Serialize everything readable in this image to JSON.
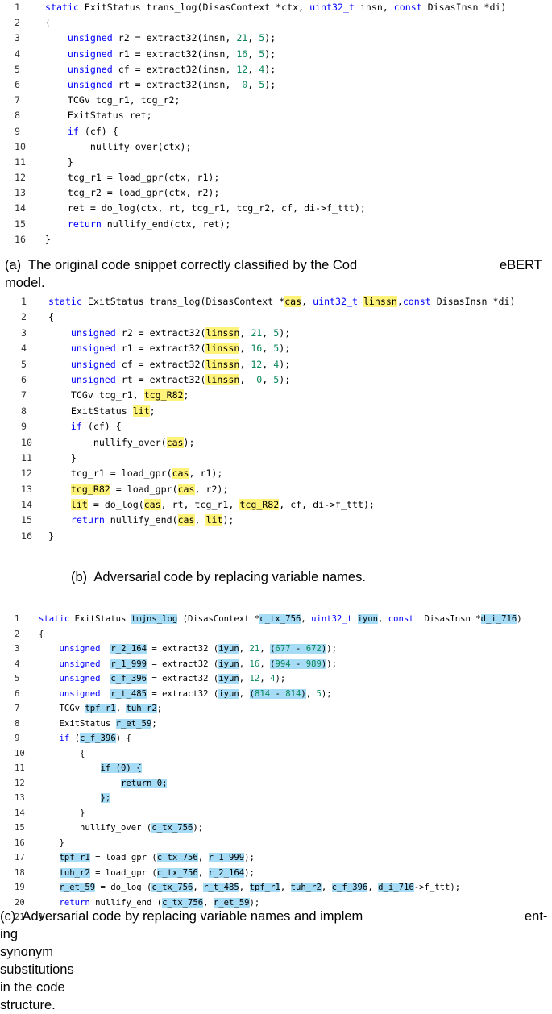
{
  "figure_a": {
    "lines": [
      [
        [
          "kw",
          "static "
        ],
        [
          "t",
          "ExitStatus trans_log(DisasContext *ctx, "
        ],
        [
          "kw",
          "uint32_t"
        ],
        [
          "t",
          " insn, "
        ],
        [
          "kw",
          "const"
        ],
        [
          "t",
          " DisasInsn *di)"
        ]
      ],
      [
        [
          "t",
          "{"
        ]
      ],
      [
        [
          "t",
          "    "
        ],
        [
          "kw",
          "unsigned"
        ],
        [
          "t",
          " r2 = extract32(insn, "
        ],
        [
          "num",
          "21"
        ],
        [
          "t",
          ", "
        ],
        [
          "num",
          "5"
        ],
        [
          "t",
          ");"
        ]
      ],
      [
        [
          "t",
          "    "
        ],
        [
          "kw",
          "unsigned"
        ],
        [
          "t",
          " r1 = extract32(insn, "
        ],
        [
          "num",
          "16"
        ],
        [
          "t",
          ", "
        ],
        [
          "num",
          "5"
        ],
        [
          "t",
          ");"
        ]
      ],
      [
        [
          "t",
          "    "
        ],
        [
          "kw",
          "unsigned"
        ],
        [
          "t",
          " cf = extract32(insn, "
        ],
        [
          "num",
          "12"
        ],
        [
          "t",
          ", "
        ],
        [
          "num",
          "4"
        ],
        [
          "t",
          ");"
        ]
      ],
      [
        [
          "t",
          "    "
        ],
        [
          "kw",
          "unsigned"
        ],
        [
          "t",
          " rt = extract32(insn,  "
        ],
        [
          "num",
          "0"
        ],
        [
          "t",
          ", "
        ],
        [
          "num",
          "5"
        ],
        [
          "t",
          ");"
        ]
      ],
      [
        [
          "t",
          "    TCGv tcg_r1, tcg_r2;"
        ]
      ],
      [
        [
          "t",
          "    ExitStatus ret;"
        ]
      ],
      [
        [
          "t",
          "    "
        ],
        [
          "kw",
          "if"
        ],
        [
          "t",
          " (cf) {"
        ]
      ],
      [
        [
          "t",
          "        nullify_over(ctx);"
        ]
      ],
      [
        [
          "t",
          "    }"
        ]
      ],
      [
        [
          "t",
          "    tcg_r1 = load_gpr(ctx, r1);"
        ]
      ],
      [
        [
          "t",
          "    tcg_r2 = load_gpr(ctx, r2);"
        ]
      ],
      [
        [
          "t",
          "    ret = do_log(ctx, rt, tcg_r1, tcg_r2, cf, di->f_ttt);"
        ]
      ],
      [
        [
          "t",
          "    "
        ],
        [
          "kw",
          "return"
        ],
        [
          "t",
          " nullify_end(ctx, ret);"
        ]
      ],
      [
        [
          "t",
          "}"
        ]
      ]
    ],
    "caption_line1": "(a)  The original code snippet correctly classified by the Cod",
    "caption_line1_tail": "eBERT",
    "caption_line2": "model."
  },
  "figure_b": {
    "lines": [
      [
        [
          "kw",
          "static "
        ],
        [
          "t",
          "ExitStatus trans_log(DisasContext *"
        ],
        [
          "y",
          "cas"
        ],
        [
          "t",
          ", "
        ],
        [
          "kw",
          "uint32_t"
        ],
        [
          "t",
          " "
        ],
        [
          "y",
          "linssn"
        ],
        [
          "t",
          ","
        ],
        [
          "kw",
          "const"
        ],
        [
          "t",
          " DisasInsn *di)"
        ]
      ],
      [
        [
          "t",
          "{"
        ]
      ],
      [
        [
          "t",
          "    "
        ],
        [
          "kw",
          "unsigned"
        ],
        [
          "t",
          " r2 = extract32("
        ],
        [
          "y",
          "linssn"
        ],
        [
          "t",
          ", "
        ],
        [
          "num",
          "21"
        ],
        [
          "t",
          ", "
        ],
        [
          "num",
          "5"
        ],
        [
          "t",
          ");"
        ]
      ],
      [
        [
          "t",
          "    "
        ],
        [
          "kw",
          "unsigned"
        ],
        [
          "t",
          " r1 = extract32("
        ],
        [
          "y",
          "linssn"
        ],
        [
          "t",
          ", "
        ],
        [
          "num",
          "16"
        ],
        [
          "t",
          ", "
        ],
        [
          "num",
          "5"
        ],
        [
          "t",
          ");"
        ]
      ],
      [
        [
          "t",
          "    "
        ],
        [
          "kw",
          "unsigned"
        ],
        [
          "t",
          " cf = extract32("
        ],
        [
          "y",
          "linssn"
        ],
        [
          "t",
          ", "
        ],
        [
          "num",
          "12"
        ],
        [
          "t",
          ", "
        ],
        [
          "num",
          "4"
        ],
        [
          "t",
          ");"
        ]
      ],
      [
        [
          "t",
          "    "
        ],
        [
          "kw",
          "unsigned"
        ],
        [
          "t",
          " rt = extract32("
        ],
        [
          "y",
          "linssn"
        ],
        [
          "t",
          ",  "
        ],
        [
          "num",
          "0"
        ],
        [
          "t",
          ", "
        ],
        [
          "num",
          "5"
        ],
        [
          "t",
          ");"
        ]
      ],
      [
        [
          "t",
          "    TCGv tcg_r1, "
        ],
        [
          "y",
          "tcg_R82"
        ],
        [
          "t",
          ";"
        ]
      ],
      [
        [
          "t",
          "    ExitStatus "
        ],
        [
          "y",
          "lit"
        ],
        [
          "t",
          ";"
        ]
      ],
      [
        [
          "t",
          "    "
        ],
        [
          "kw",
          "if"
        ],
        [
          "t",
          " (cf) {"
        ]
      ],
      [
        [
          "t",
          "        nullify_over("
        ],
        [
          "y",
          "cas"
        ],
        [
          "t",
          ");"
        ]
      ],
      [
        [
          "t",
          "    }"
        ]
      ],
      [
        [
          "t",
          "    tcg_r1 = load_gpr("
        ],
        [
          "y",
          "cas"
        ],
        [
          "t",
          ", r1);"
        ]
      ],
      [
        [
          "t",
          "    "
        ],
        [
          "y",
          "tcg_R82"
        ],
        [
          "t",
          " = load_gpr("
        ],
        [
          "y",
          "cas"
        ],
        [
          "t",
          ", r2);"
        ]
      ],
      [
        [
          "t",
          "    "
        ],
        [
          "y",
          "lit"
        ],
        [
          "t",
          " = do_log("
        ],
        [
          "y",
          "cas"
        ],
        [
          "t",
          ", rt, tcg_r1, "
        ],
        [
          "y",
          "tcg_R82"
        ],
        [
          "t",
          ", cf, di->f_ttt);"
        ]
      ],
      [
        [
          "t",
          "    "
        ],
        [
          "kw",
          "return"
        ],
        [
          "t",
          " nullify_end("
        ],
        [
          "y",
          "cas"
        ],
        [
          "t",
          ", "
        ],
        [
          "y",
          "lit"
        ],
        [
          "t",
          ");"
        ]
      ],
      [
        [
          "t",
          "}"
        ]
      ]
    ],
    "caption": "(b)  Adversarial code by replacing variable names."
  },
  "figure_c": {
    "lines": [
      [
        [
          "kw",
          "static "
        ],
        [
          "t",
          "ExitStatus "
        ],
        [
          "b",
          "tmjns_log"
        ],
        [
          "t",
          " (DisasContext *"
        ],
        [
          "b",
          "c_tx_756"
        ],
        [
          "t",
          ", "
        ],
        [
          "kw",
          "uint32_t"
        ],
        [
          "t",
          " "
        ],
        [
          "b",
          "iyun"
        ],
        [
          "t",
          ", "
        ],
        [
          "kw",
          "const"
        ],
        [
          "t",
          "  DisasInsn *"
        ],
        [
          "b",
          "d_i_716"
        ],
        [
          "t",
          ")"
        ]
      ],
      [
        [
          "t",
          "{"
        ]
      ],
      [
        [
          "t",
          "    "
        ],
        [
          "kw",
          "unsigned"
        ],
        [
          "t",
          "  "
        ],
        [
          "b",
          "r_2_164"
        ],
        [
          "t",
          " = extract32 ("
        ],
        [
          "b",
          "iyun"
        ],
        [
          "t",
          ", "
        ],
        [
          "num",
          "21"
        ],
        [
          "t",
          ", "
        ],
        [
          "b",
          "("
        ],
        [
          "bn",
          "677"
        ],
        [
          "b",
          " - "
        ],
        [
          "bn",
          "672"
        ],
        [
          "b",
          ")"
        ],
        [
          "t",
          ");"
        ]
      ],
      [
        [
          "t",
          "    "
        ],
        [
          "kw",
          "unsigned"
        ],
        [
          "t",
          "  "
        ],
        [
          "b",
          "r_1_999"
        ],
        [
          "t",
          " = extract32 ("
        ],
        [
          "b",
          "iyun"
        ],
        [
          "t",
          ", "
        ],
        [
          "num",
          "16"
        ],
        [
          "t",
          ", "
        ],
        [
          "b",
          "("
        ],
        [
          "bn",
          "994"
        ],
        [
          "b",
          " - "
        ],
        [
          "bn",
          "989"
        ],
        [
          "b",
          ")"
        ],
        [
          "t",
          ");"
        ]
      ],
      [
        [
          "t",
          "    "
        ],
        [
          "kw",
          "unsigned"
        ],
        [
          "t",
          "  "
        ],
        [
          "b",
          "c_f_396"
        ],
        [
          "t",
          " = extract32 ("
        ],
        [
          "b",
          "iyun"
        ],
        [
          "t",
          ", "
        ],
        [
          "num",
          "12"
        ],
        [
          "t",
          ", "
        ],
        [
          "num",
          "4"
        ],
        [
          "t",
          ");"
        ]
      ],
      [
        [
          "t",
          "    "
        ],
        [
          "kw",
          "unsigned"
        ],
        [
          "t",
          "  "
        ],
        [
          "b",
          "r_t_485"
        ],
        [
          "t",
          " = extract32 ("
        ],
        [
          "b",
          "iyun"
        ],
        [
          "t",
          ", "
        ],
        [
          "b",
          "("
        ],
        [
          "bn",
          "814"
        ],
        [
          "b",
          " - "
        ],
        [
          "bn",
          "814"
        ],
        [
          "b",
          ")"
        ],
        [
          "t",
          ", "
        ],
        [
          "num",
          "5"
        ],
        [
          "t",
          ");"
        ]
      ],
      [
        [
          "t",
          "    TCGv "
        ],
        [
          "b",
          "tpf_r1"
        ],
        [
          "t",
          ", "
        ],
        [
          "b",
          "tuh_r2"
        ],
        [
          "t",
          ";"
        ]
      ],
      [
        [
          "t",
          "    ExitStatus "
        ],
        [
          "b",
          "r_et_59"
        ],
        [
          "t",
          ";"
        ]
      ],
      [
        [
          "t",
          "    "
        ],
        [
          "kw",
          "if"
        ],
        [
          "t",
          " ("
        ],
        [
          "b",
          "c_f_396"
        ],
        [
          "t",
          ") {"
        ]
      ],
      [
        [
          "t",
          "        {"
        ]
      ],
      [
        [
          "t",
          "            "
        ],
        [
          "b",
          "if (0) {"
        ]
      ],
      [
        [
          "t",
          "                "
        ],
        [
          "b",
          "return 0;"
        ]
      ],
      [
        [
          "t",
          "            "
        ],
        [
          "b",
          "};"
        ]
      ],
      [
        [
          "t",
          "        }"
        ]
      ],
      [
        [
          "t",
          "        nullify_over ("
        ],
        [
          "b",
          "c_tx_756"
        ],
        [
          "t",
          ");"
        ]
      ],
      [
        [
          "t",
          "    }"
        ]
      ],
      [
        [
          "t",
          "    "
        ],
        [
          "b",
          "tpf_r1"
        ],
        [
          "t",
          " = load_gpr ("
        ],
        [
          "b",
          "c_tx_756"
        ],
        [
          "t",
          ", "
        ],
        [
          "b",
          "r_1_999"
        ],
        [
          "t",
          ");"
        ]
      ],
      [
        [
          "t",
          "    "
        ],
        [
          "b",
          "tuh_r2"
        ],
        [
          "t",
          " = load_gpr ("
        ],
        [
          "b",
          "c_tx_756"
        ],
        [
          "t",
          ", "
        ],
        [
          "b",
          "r_2_164"
        ],
        [
          "t",
          ");"
        ]
      ],
      [
        [
          "t",
          "    "
        ],
        [
          "b",
          "r_et_59"
        ],
        [
          "t",
          " = do_log ("
        ],
        [
          "b",
          "c_tx_756"
        ],
        [
          "t",
          ", "
        ],
        [
          "b",
          "r_t_485"
        ],
        [
          "t",
          ", "
        ],
        [
          "b",
          "tpf_r1"
        ],
        [
          "t",
          ", "
        ],
        [
          "b",
          "tuh_r2"
        ],
        [
          "t",
          ", "
        ],
        [
          "b",
          "c_f_396"
        ],
        [
          "t",
          ", "
        ],
        [
          "b",
          "d_i_716"
        ],
        [
          "t",
          "->f_ttt);"
        ]
      ],
      [
        [
          "t",
          "    "
        ],
        [
          "kw",
          "return"
        ],
        [
          "t",
          " nullify_end ("
        ],
        [
          "b",
          "c_tx_756"
        ],
        [
          "t",
          ", "
        ],
        [
          "b",
          "r_et_59"
        ],
        [
          "t",
          ");"
        ]
      ],
      [
        [
          "t",
          "}"
        ]
      ]
    ],
    "caption_line1": "(c)  Adversarial code by replacing variable names and implem",
    "caption_line1_tail": "ent-",
    "caption_line2": "ing synonym substitutions in the code structure."
  }
}
